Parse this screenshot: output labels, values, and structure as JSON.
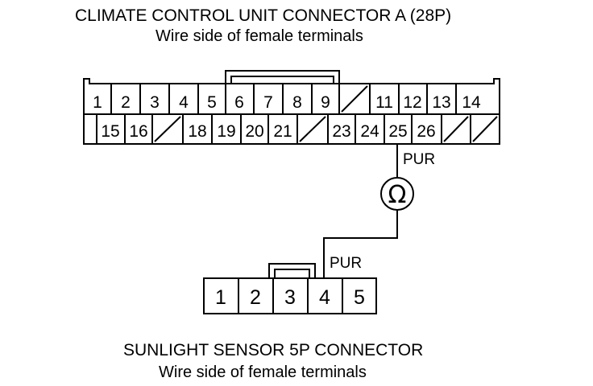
{
  "connector_a": {
    "title": "CLIMATE CONTROL UNIT CONNECTOR A (28P)",
    "subtitle": "Wire side of female terminals",
    "row1": [
      "1",
      "2",
      "3",
      "4",
      "5",
      "6",
      "7",
      "8",
      "9",
      "",
      "11",
      "12",
      "13",
      "14"
    ],
    "row2": [
      "",
      "15",
      "16",
      "",
      "18",
      "19",
      "20",
      "21",
      "",
      "23",
      "24",
      "25",
      "26",
      "",
      ""
    ]
  },
  "sensor": {
    "title": "SUNLIGHT SENSOR 5P CONNECTOR",
    "subtitle": "Wire side of female terminals",
    "pins": [
      "1",
      "2",
      "3",
      "4",
      "5"
    ]
  },
  "wires": {
    "top_label": "PUR",
    "bottom_label": "PUR"
  },
  "meter": {
    "symbol": "Ω"
  }
}
